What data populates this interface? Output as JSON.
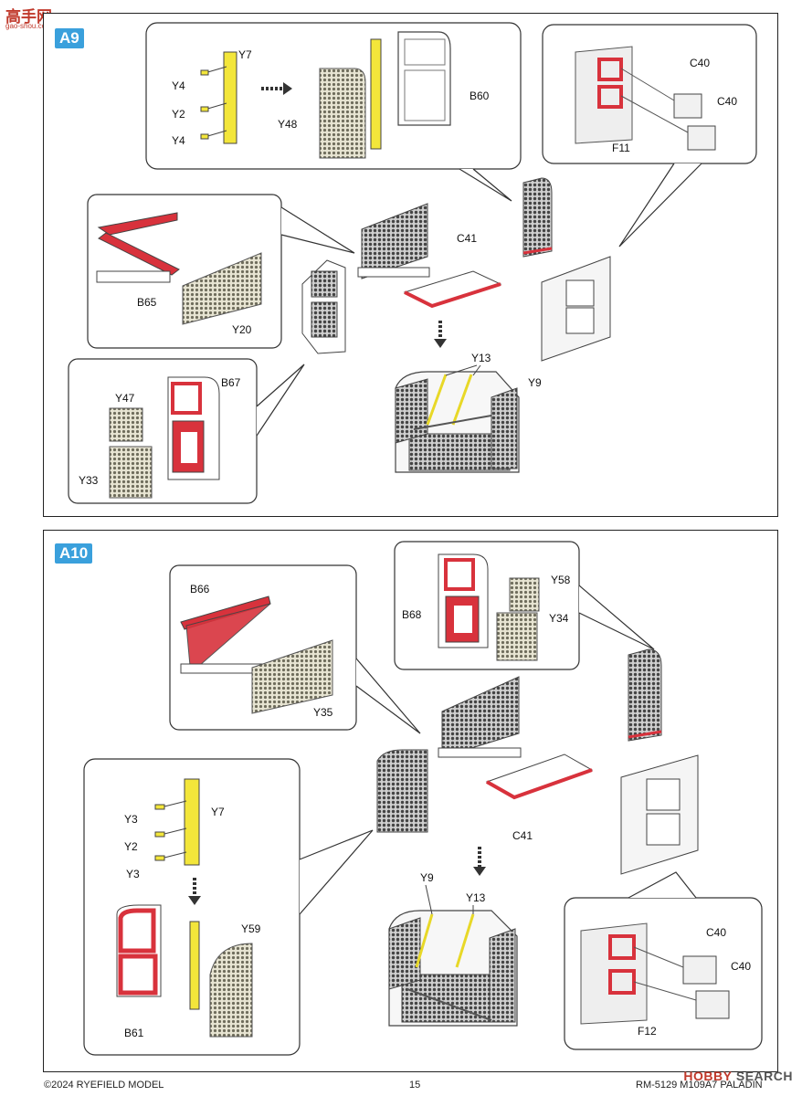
{
  "watermark": {
    "site": "高手网",
    "url": "gao-shou.com"
  },
  "steps": [
    {
      "badge": "A9",
      "labels": {
        "y7": "Y7",
        "y4a": "Y4",
        "y2": "Y2",
        "y4b": "Y4",
        "y48": "Y48",
        "b60": "B60",
        "c40a": "C40",
        "c40b": "C40",
        "f11": "F11",
        "b65": "B65",
        "y20": "Y20",
        "c41": "C41",
        "y13": "Y13",
        "y9": "Y9",
        "y47": "Y47",
        "b67": "B67",
        "y33": "Y33"
      }
    },
    {
      "badge": "A10",
      "labels": {
        "b66": "B66",
        "y35": "Y35",
        "b68": "B68",
        "y58": "Y58",
        "y34": "Y34",
        "c41": "C41",
        "y3a": "Y3",
        "y7": "Y7",
        "y2": "Y2",
        "y3b": "Y3",
        "y59": "Y59",
        "b61": "B61",
        "y9": "Y9",
        "y13": "Y13",
        "c40a": "C40",
        "c40b": "C40",
        "f12": "F12"
      }
    }
  ],
  "footer": {
    "copyright": "©2024 RYEFIELD MODEL",
    "page": "15",
    "product": "RM-5129 M109A7 PALADIN"
  },
  "source_mark": {
    "brand": "HOBBY",
    "suffix": "SEARCH"
  },
  "colors": {
    "red": "#d8323c",
    "yellow": "#f3e63a",
    "mesh": "#7a7a6a",
    "badge": "#3aa0dc"
  }
}
